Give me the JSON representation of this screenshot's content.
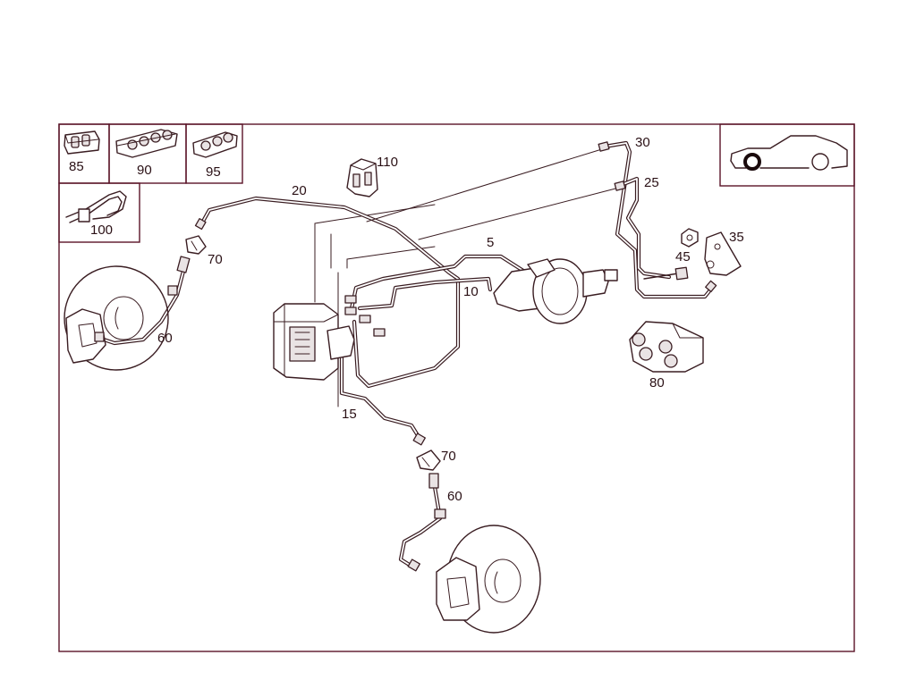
{
  "labels": {
    "p5": "5",
    "p10": "10",
    "p15": "15",
    "p20": "20",
    "p25": "25",
    "p30": "30",
    "p35": "35",
    "p45": "45",
    "p60_left": "60",
    "p60_bottom": "60",
    "p70_left": "70",
    "p70_bottom": "70",
    "p80": "80",
    "p85": "85",
    "p90": "90",
    "p95": "95",
    "p100": "100",
    "p110": "110"
  },
  "locator": {
    "icon": "car-silhouette-with-front-wheel-marker"
  },
  "colors": {
    "frame": "#5a1428",
    "line": "#3a1d22",
    "label": "#2a1015"
  }
}
